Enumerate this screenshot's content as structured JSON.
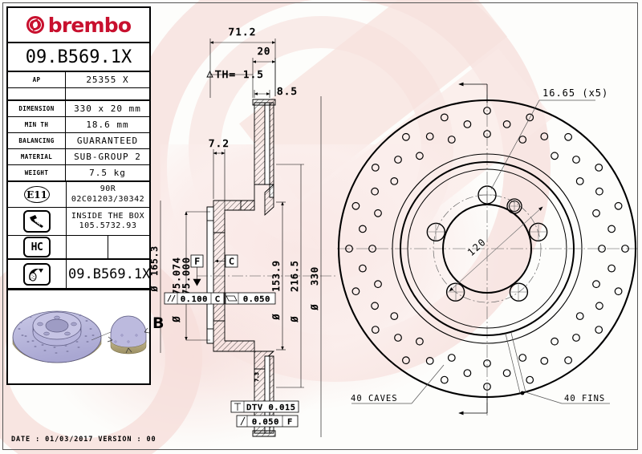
{
  "sheet": {
    "date_line": "DATE : 01/03/2017 VERSION : 00",
    "section_label": "B"
  },
  "brand": {
    "name": "brembo",
    "logo_icon": "brembo-logo-icon",
    "accent_color": "#c8102e"
  },
  "spec_table": {
    "part_number": "09.B569.1X",
    "part_number_repeat": "09.B569.1X",
    "rows": [
      {
        "label": "AP",
        "value": "25355 X"
      },
      {
        "label": "",
        "value": ""
      },
      {
        "label": "DIMENSION",
        "value": "330 x 20 mm"
      },
      {
        "label": "MIN TH",
        "value": "18.6 mm"
      },
      {
        "label": "BALANCING",
        "value": "GUARANTEED"
      },
      {
        "label": "MATERIAL",
        "value": "SUB-GROUP 2"
      },
      {
        "label": "WEIGHT",
        "value": "7.5 kg"
      }
    ],
    "homologation": {
      "icon": "e11-badge-icon",
      "badge_text": "E11",
      "line1": "90R",
      "line2": "02C01203/30342"
    },
    "accessory": {
      "icon": "screw-icon",
      "line1": "INSIDE THE BOX",
      "line2": "105.5732.93"
    },
    "coating": {
      "icon": "hc-badge-icon",
      "badge_text": "HC",
      "value_1": "",
      "value_2": ""
    },
    "disc_row": {
      "icon": "brake-disc-icon",
      "value": "09.B569.1X"
    }
  },
  "section_view": {
    "dim_overall_width": "71.2",
    "dim_hat_width": "20",
    "dim_th_tolerance": "TH= 1.5",
    "dim_th_symbol": "triangle",
    "dim_offset": "8.5",
    "dim_inner_step": "7.2",
    "dim_bore_upper": "75.074",
    "dim_bore_lower": "75.000",
    "dim_bore_symbol": "diameter",
    "dim_d1": "153.9",
    "dim_d2": "216.5",
    "dim_d3": "330",
    "dim_d4": "165.3",
    "datum_f": "F",
    "datum_c": "C",
    "gtol_parallel": {
      "symbol": "parallel",
      "value": "0.100",
      "datum": "C"
    },
    "gtol_flatness": {
      "symbol": "flatness",
      "value": "0.050",
      "datum": ""
    },
    "gtol_dtv": {
      "symbol": "total-runout",
      "value": "DTV 0.015",
      "datum": ""
    },
    "gtol_runout": {
      "symbol": "runout",
      "value": "0.050",
      "datum": "F"
    }
  },
  "face_view": {
    "bolt_hole_dim": "16.65 (x5)",
    "pcd_label": "120",
    "note_left": "40 CAVES",
    "note_right": "40 FINS",
    "bolt_hole_count": 5,
    "drilled_hole_rings": [
      {
        "radius": 172,
        "count": 20,
        "offset_deg": 0
      },
      {
        "radius": 157,
        "count": 20,
        "offset_deg": 9
      },
      {
        "radius": 143,
        "count": 20,
        "offset_deg": 0
      }
    ]
  }
}
